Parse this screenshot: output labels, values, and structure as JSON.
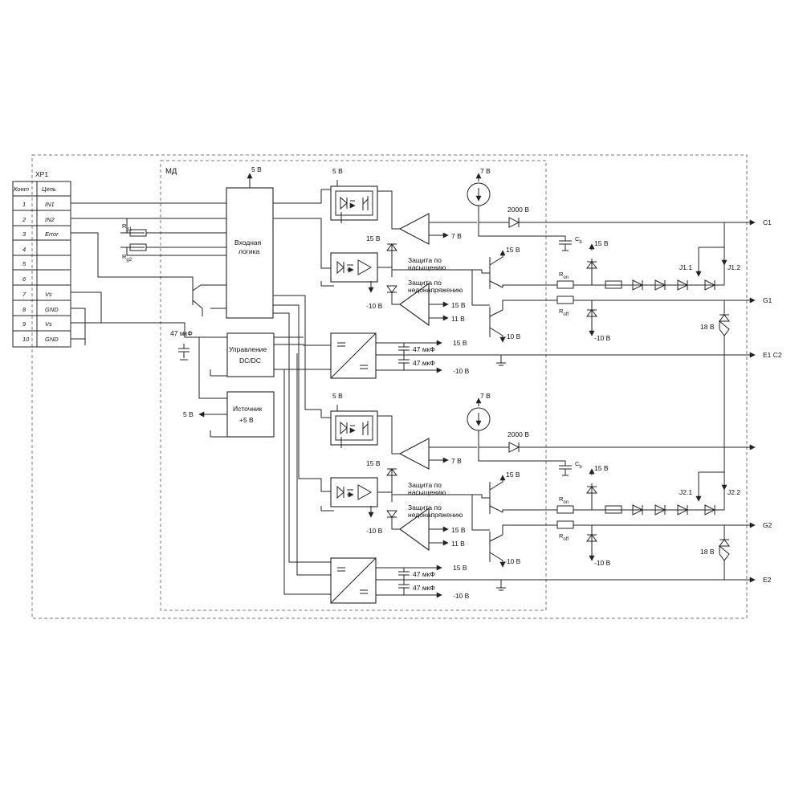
{
  "connector": {
    "title": "XP1",
    "header_contact": "Конт",
    "header_circuit": "Цепь",
    "rows": [
      {
        "n": "1",
        "sig": "IN1"
      },
      {
        "n": "2",
        "sig": "IN2"
      },
      {
        "n": "3",
        "sig": "Error"
      },
      {
        "n": "4",
        "sig": ""
      },
      {
        "n": "5",
        "sig": ""
      },
      {
        "n": "6",
        "sig": ""
      },
      {
        "n": "7",
        "sig": "Vs"
      },
      {
        "n": "8",
        "sig": "GND"
      },
      {
        "n": "9",
        "sig": "Vs"
      },
      {
        "n": "10",
        "sig": "GND"
      }
    ]
  },
  "module": {
    "title": "МД",
    "logic_line1": "Входная",
    "logic_line2": "логика",
    "dcdc_line1": "Управление",
    "dcdc_line2": "DC/DC",
    "src_line1": "Источник",
    "src_line2": "+5 В",
    "rg1": {
      "main": "R",
      "sub": "g1"
    },
    "rg2": {
      "main": "R",
      "sub": "g2"
    },
    "cap_main": "47 мкФ",
    "v5_top": "5 В",
    "v5_src": "5 В"
  },
  "channels": [
    {
      "opto_supply": "5 В",
      "ref_supply": "7 В",
      "diode_voltage": "2000 В",
      "amp1_out": "7 В",
      "prot_supply": "15 В",
      "prot_sat_line1": "Защита по",
      "prot_sat_line2": "насыщению",
      "prot_uv_line1": "Защита по",
      "prot_uv_line2": "недонапряжению",
      "neg_supply": "-10 В",
      "amp2_out1": "15 В",
      "amp2_out2": "11 В",
      "cb": {
        "main": "C",
        "sub": "b"
      },
      "clamp_supply": "15 В",
      "pnp_supply": "-10 В",
      "npn_supply": "15 В",
      "ron": {
        "main": "R",
        "sub": "on"
      },
      "roff": {
        "main": "R",
        "sub": "off"
      },
      "clamp_neg": "-10 В",
      "jumper1": "J1.1",
      "jumper2": "J1.2",
      "zener": "18 В",
      "out_top": "C1",
      "out_gate": "G1",
      "out_emitter": "E1 C2",
      "dc_out1": "15 В",
      "dc_cap1": "47 мкФ",
      "dc_cap2": "47 мкФ",
      "dc_out2": "-10 В"
    },
    {
      "opto_supply": "5 В",
      "ref_supply": "7 В",
      "diode_voltage": "2000 В",
      "amp1_out": "7 В",
      "prot_supply": "15 В",
      "prot_sat_line1": "Защита по",
      "prot_sat_line2": "насыщению",
      "prot_uv_line1": "Защита по",
      "prot_uv_line2": "недонапряжению",
      "neg_supply": "-10 В",
      "amp2_out1": "15 В",
      "amp2_out2": "11 В",
      "cb": {
        "main": "C",
        "sub": "b"
      },
      "clamp_supply": "15 В",
      "pnp_supply": "-10 В",
      "npn_supply": "15 В",
      "ron": {
        "main": "R",
        "sub": "on"
      },
      "roff": {
        "main": "R",
        "sub": "off"
      },
      "clamp_neg": "-10 В",
      "jumper1": "J2.1",
      "jumper2": "J2.2",
      "zener": "18 В",
      "out_top": "",
      "out_gate": "G2",
      "out_emitter": "E2",
      "dc_out1": "15 В",
      "dc_cap1": "47 мкФ",
      "dc_cap2": "47 мкФ",
      "dc_out2": "-10 В"
    }
  ]
}
